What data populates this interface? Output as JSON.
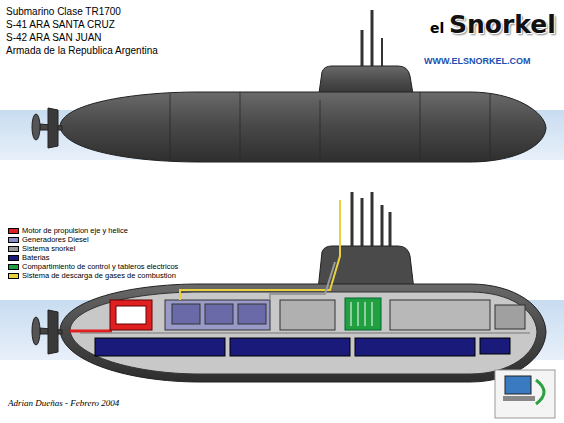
{
  "diagram": {
    "title": "Submarino Clase TR1700",
    "labels": [
      "S-41 ARA SANTA CRUZ",
      "S-42 ARA SAN JUAN",
      "Armada de la Republica Argentina",
      "el",
      "Snorkel",
      "WWW.ELSNORKEL.COM",
      "Adrian Dueñas - Febrero 2004"
    ],
    "legend": [
      {
        "text": "Motor de propulsion eje y helice",
        "color": "#e02020"
      },
      {
        "text": "Generadores Diesel",
        "color": "#8c8cc8"
      },
      {
        "text": "Sistema snorkel",
        "color": "#9a9a9a"
      },
      {
        "text": "Baterias",
        "color": "#1a1a7a"
      },
      {
        "text": "Compartimiento de control y tableros electricos",
        "color": "#20a040"
      },
      {
        "text": "Sistema de descarga de gases de combustion",
        "color": "#e8d040"
      }
    ]
  }
}
